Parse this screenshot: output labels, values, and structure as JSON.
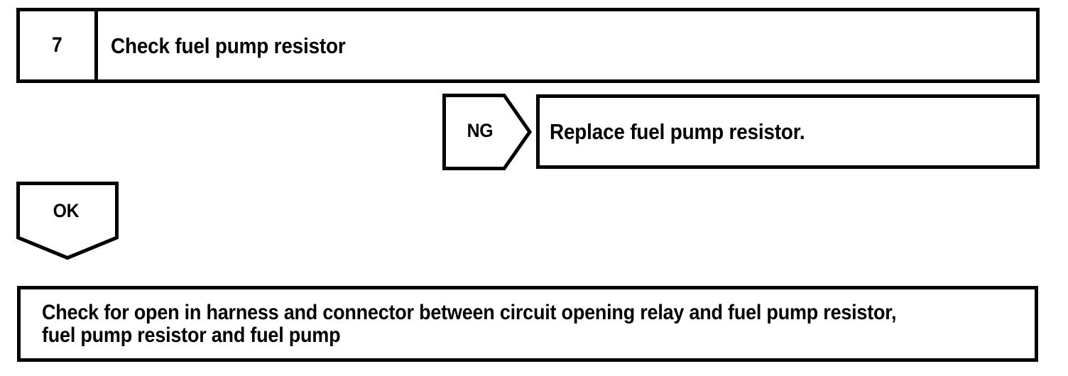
{
  "diagram": {
    "type": "troubleshooting-flowchart",
    "colors": {
      "line": "#000000",
      "fill": "#ffffff",
      "text": "#000000"
    },
    "step": {
      "number": "7",
      "title": "Check fuel pump resistor"
    },
    "branches": {
      "ng": {
        "label": "NG",
        "direction": "right",
        "result": "Replace fuel pump resistor."
      },
      "ok": {
        "label": "OK",
        "direction": "down",
        "result_line1": "Check for open in harness and connector between circuit opening relay and fuel pump resistor,",
        "result_line2": "fuel pump resistor and fuel pump"
      }
    }
  }
}
